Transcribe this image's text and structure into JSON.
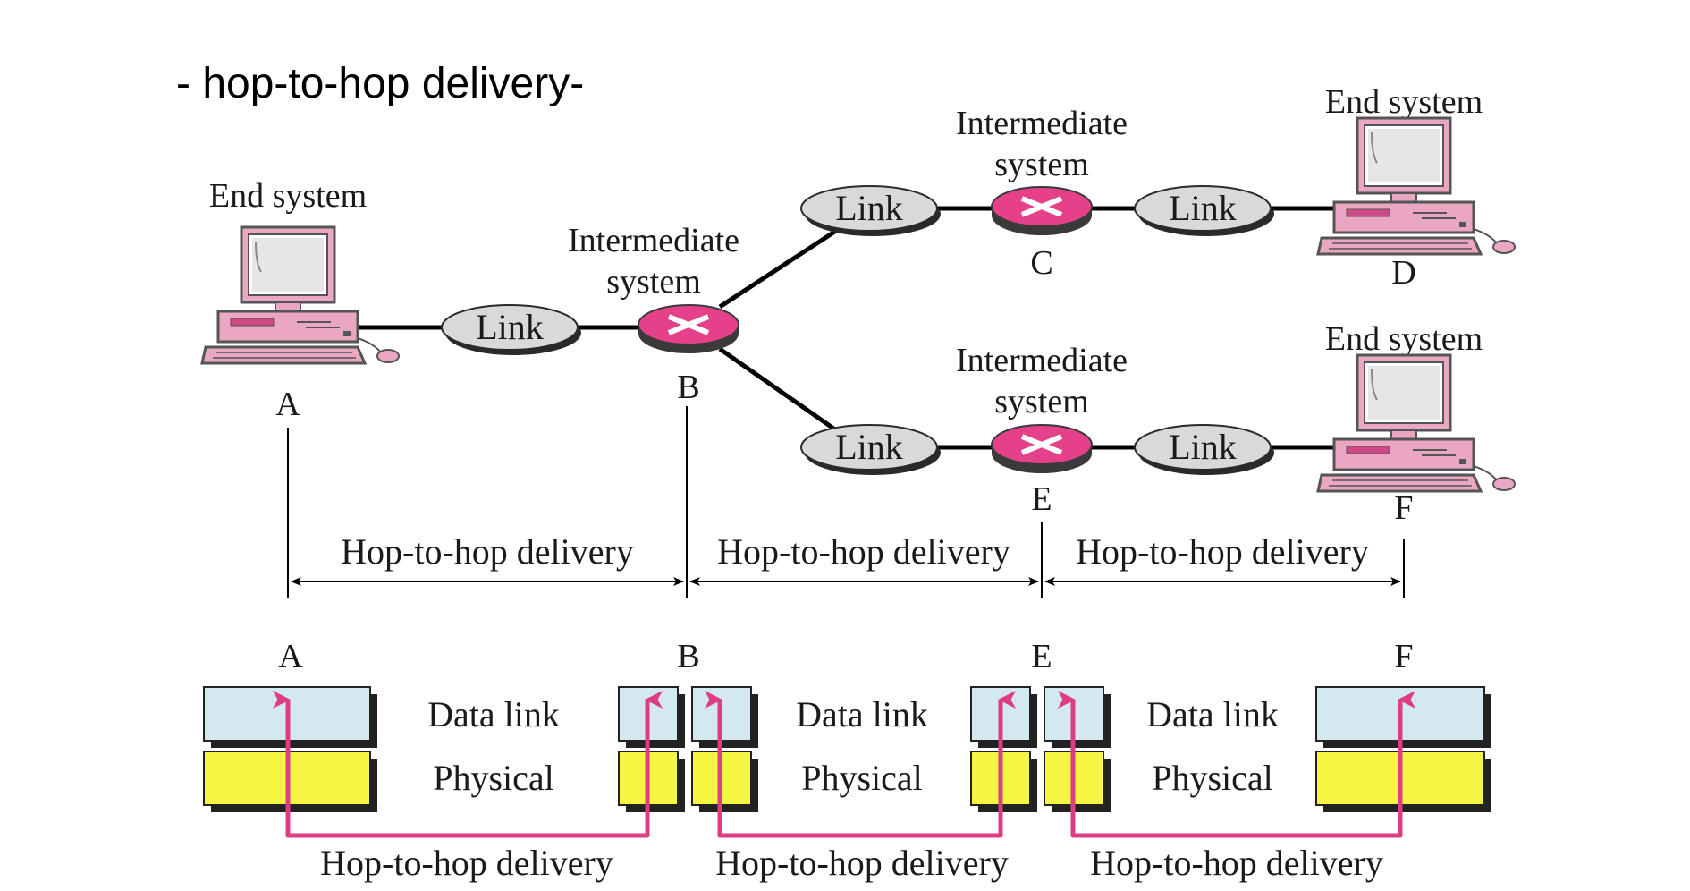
{
  "title": "- hop-to-hop delivery-",
  "nodes": {
    "A": {
      "role": "End system",
      "letter": "A"
    },
    "B": {
      "role_line1": "Intermediate",
      "role_line2": "system",
      "letter": "B"
    },
    "C": {
      "role_line1": "Intermediate",
      "role_line2": "system",
      "letter": "C"
    },
    "D": {
      "role": "End system",
      "letter": "D"
    },
    "E": {
      "role_line1": "Intermediate",
      "role_line2": "system",
      "letter": "E"
    },
    "F": {
      "role": "End system",
      "letter": "F"
    }
  },
  "link_label": "Link",
  "hop_label": "Hop-to-hop delivery",
  "layers": {
    "data_link": "Data link",
    "physical": "Physical"
  },
  "bottom_letters": [
    "A",
    "B",
    "E",
    "F"
  ],
  "colors": {
    "router": "#e4418a",
    "computer": "#e9a7c4",
    "link_oval": "#d9d9d9",
    "data_link_box": "#d4e8ef",
    "physical_box": "#f5f543",
    "delivery_arrow": "#de3c83"
  }
}
